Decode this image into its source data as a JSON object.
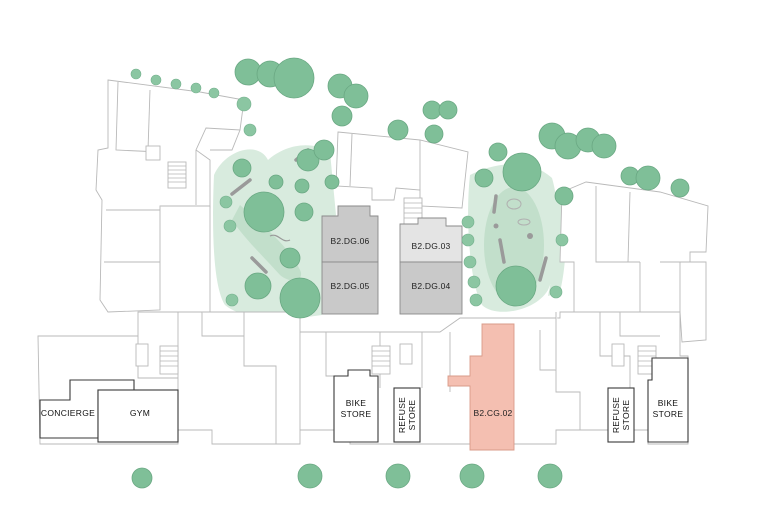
{
  "units": {
    "dg06": "B2.DG.06",
    "dg05": "B2.DG.05",
    "dg03": "B2.DG.03",
    "dg04": "B2.DG.04",
    "cg02": "B2.CG.02"
  },
  "rooms": {
    "concierge": "CONCIERGE",
    "gym": "GYM",
    "bike_store_left": [
      "BIKE",
      "STORE"
    ],
    "refuse_store_left": [
      "REFUSE",
      "STORE"
    ],
    "refuse_store_right": [
      "REFUSE",
      "STORE"
    ],
    "bike_store_right": [
      "BIKE",
      "STORE"
    ]
  },
  "colors": {
    "selected_unit": "#f4bfb1",
    "unit_grey": "#c9c9c9",
    "unit_light": "#e4e4e4",
    "tree": "#7fbf98",
    "garden": "#d8ebde"
  }
}
